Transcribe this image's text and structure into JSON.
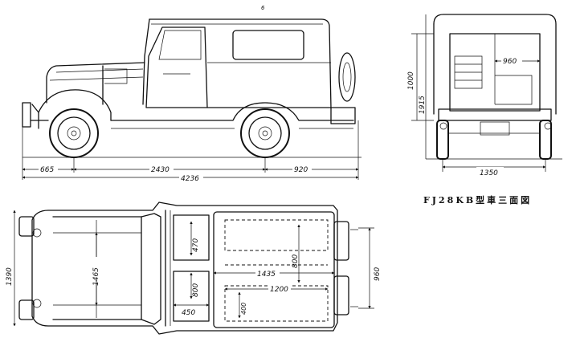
{
  "title": "FJ28KB型車三面図",
  "side_view": {
    "page_mark": "6",
    "dim_front_overhang": "665",
    "dim_wheelbase": "2430",
    "dim_rear_overhang": "920",
    "dim_overall_length": "4236"
  },
  "rear_view": {
    "dim_inner_width": "960",
    "dim_body_height": "1000",
    "dim_overall_height": "1915",
    "dim_track": "1350"
  },
  "top_view": {
    "dim_overall_width": "1390",
    "dim_tread": "1465",
    "dim_seat_depth": "470",
    "dim_bed_length": "800",
    "dim_floor_length": "1435",
    "dim_bench_length": "1200",
    "dim_bench_width": "400",
    "dim_front_seat_length": "800",
    "dim_front_seat_width": "450",
    "dim_tailgate_width": "960"
  }
}
